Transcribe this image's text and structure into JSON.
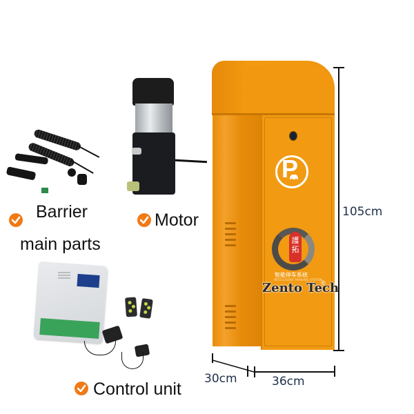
{
  "parts": {
    "barrier": {
      "line1": "Barrier",
      "line2": "main parts"
    },
    "motor": {
      "label": "Motor"
    },
    "control": {
      "label": "Control unit"
    }
  },
  "cabinet": {
    "brand": "Zento Tech",
    "registered_mark": "®",
    "logo_chars": "護拓",
    "logo_sub": "智能停车系统",
    "logo_sub_en": "INTELLIGENT PARKING SYSTEM",
    "parking_sign": "P",
    "color": "#f19a12"
  },
  "dimensions": {
    "height": "105cm",
    "depth": "30cm",
    "width": "36cm"
  },
  "icons": {
    "check": "✓",
    "car": "🚗"
  },
  "accent_color": "#f07a16"
}
